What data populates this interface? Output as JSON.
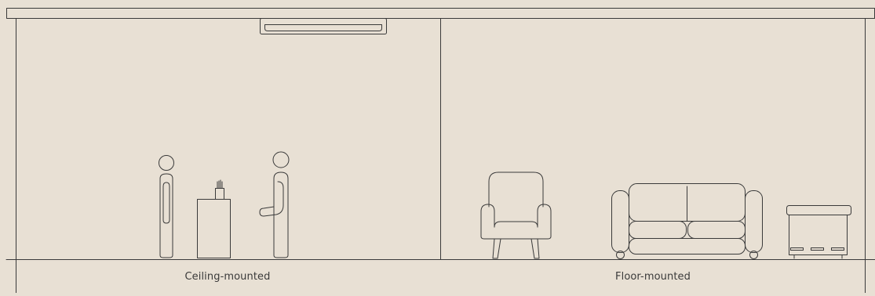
{
  "diagram": {
    "colors": {
      "background": "#e8e0d4",
      "line": "#3a3a3a"
    },
    "rooms": [
      {
        "label": "Ceiling-mounted",
        "unit": "ceiling-cassette",
        "furniture": [
          "person-standing",
          "side-table-with-vase",
          "person-gesturing"
        ]
      },
      {
        "label": "Floor-mounted",
        "unit": "floor-console",
        "furniture": [
          "armchair",
          "sofa"
        ]
      }
    ]
  }
}
